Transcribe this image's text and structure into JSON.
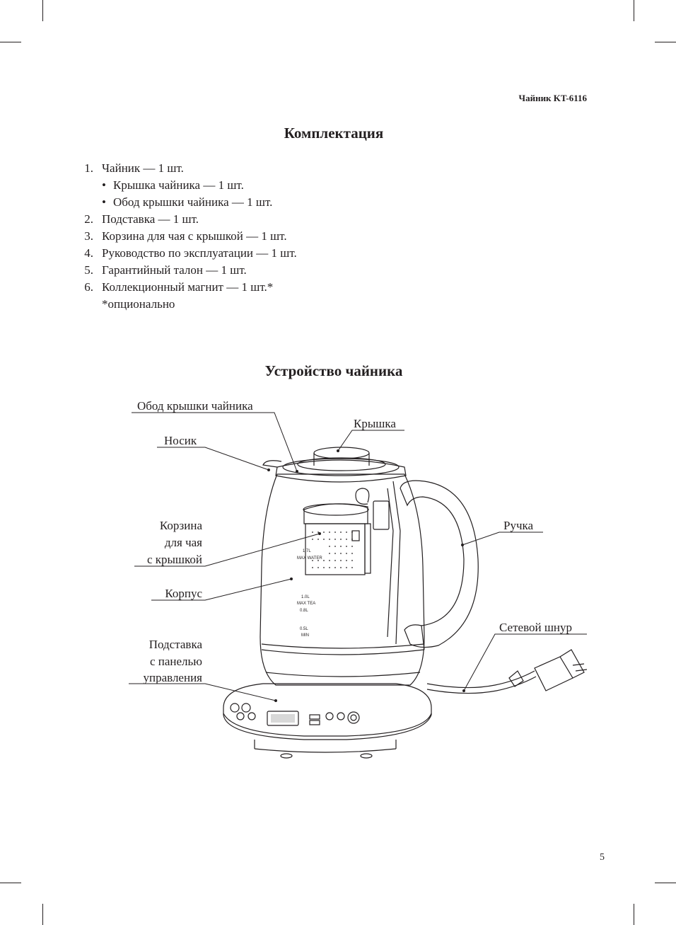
{
  "header": {
    "model": "Чайник KT-6116"
  },
  "section1": {
    "title": "Комплектация",
    "items": [
      {
        "num": "1.",
        "text": "Чайник — 1 шт."
      },
      {
        "bullet": "•",
        "text": "Крышка чайника — 1 шт."
      },
      {
        "bullet": "•",
        "text": "Обод крышки чайника — 1 шт."
      },
      {
        "num": "2.",
        "text": "Подставка — 1 шт."
      },
      {
        "num": "3.",
        "text": "Корзина для чая с крышкой — 1 шт."
      },
      {
        "num": "4.",
        "text": "Руководство по эксплуатации — 1 шт."
      },
      {
        "num": "5.",
        "text": "Гарантийный талон — 1 шт."
      },
      {
        "num": "6.",
        "text": "Коллекционный магнит — 1 шт.*"
      },
      {
        "text": "*опционально"
      }
    ]
  },
  "section2": {
    "title": "Устройство чайника",
    "labels": {
      "rim": "Обод крышки чайника",
      "lid": "Крышка",
      "spout": "Носик",
      "basket_1": "Корзина",
      "basket_2": "для чая",
      "basket_3": "с крышкой",
      "body": "Корпус",
      "handle": "Ручка",
      "cord": "Сетевой шнур",
      "base_1": "Подставка",
      "base_2": "с панелью",
      "base_3": "управления"
    },
    "marks": {
      "m17": "1.7L",
      "max_water": "MAX WATER",
      "m10": "1.0L",
      "max_tea": "MAX TEA",
      "m08": "0.8L",
      "m05": "0.5L",
      "min": "MIN"
    }
  },
  "page_number": "5"
}
